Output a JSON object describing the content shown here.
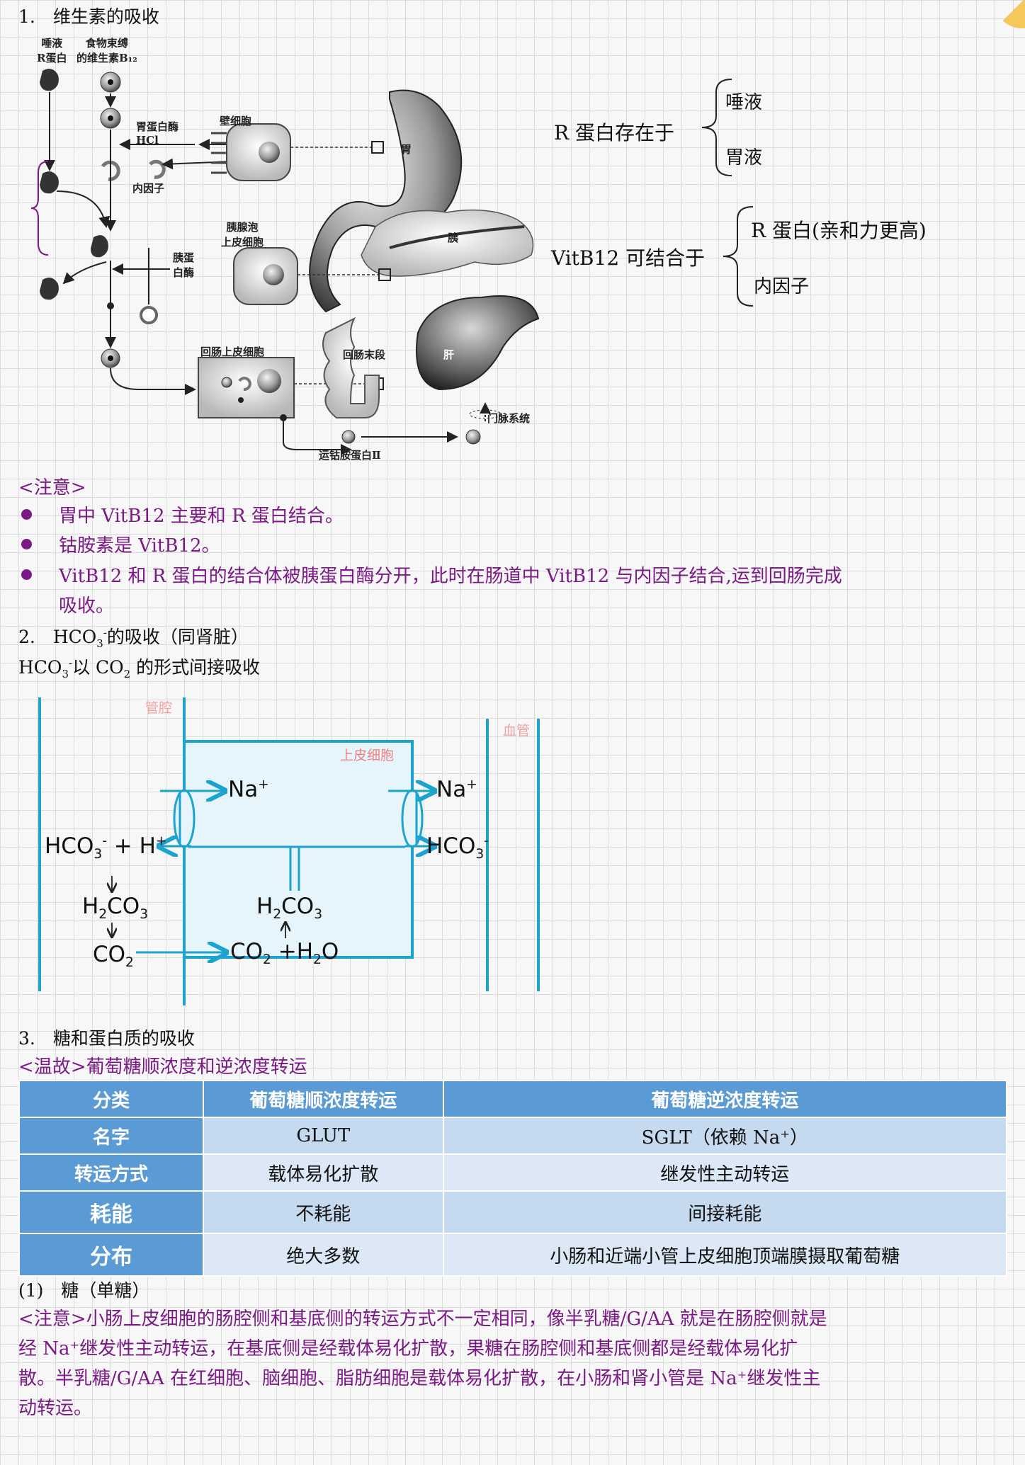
{
  "section1": {
    "heading": "1.　维生素的吸收",
    "figure_labels": {
      "saliva_r": "唾液\nR蛋白",
      "food_b12": "食物束缚\n的维生素B₁₂",
      "pepsin_hcl": "胃蛋白酶\nHCl",
      "parietal": "壁细胞",
      "intrinsic": "内因子",
      "stomach": "胃",
      "acinar": "胰腺泡\n上皮细胞",
      "pancreas": "胰",
      "protease": "胰蛋\n白酶",
      "ileal_cell": "回肠上皮细胞",
      "ileum_end": "回肠末段",
      "liver": "肝",
      "portal": "门脉系统",
      "transcobalamin": "运钴胺蛋白Ⅱ"
    },
    "r_protein_in": "R 蛋白存在于",
    "r_protein_items": [
      "唾液",
      "胃液"
    ],
    "vit_bind": "VitB12 可结合于",
    "vit_bind_items": [
      "R 蛋白(亲和力更高)",
      "内因子"
    ],
    "note_title": "<注意>",
    "notes": [
      "胃中 VitB12 主要和 R 蛋白结合。",
      "钴胺素是 VitB12。",
      "VitB12 和 R 蛋白的结合体被胰蛋白酶分开，此时在肠道中 VitB12 与内因子结合,运到回肠完成",
      "吸收。"
    ]
  },
  "section2": {
    "heading_a": "2.　HCO",
    "heading_b": "的吸收（同肾脏）",
    "sub_a": "HCO",
    "sub_b": "以 CO",
    "sub_c": "的形式间接吸收",
    "labels": {
      "lumen": "管腔",
      "epi": "上皮细胞",
      "vessel": "血管",
      "na_left": "Na",
      "na_right": "Na",
      "hco3_left": "HCO",
      "plus_h": "+ H",
      "h2co3_left": "H",
      "co2_left": "CO",
      "h2co3_mid": "H",
      "co2_mid": "CO",
      "h2o": "+H",
      "hco3_right": "HCO"
    }
  },
  "section3": {
    "heading": "3.　糖和蛋白质的吸收",
    "review": "<温故>葡萄糖顺浓度和逆浓度转运",
    "table": {
      "header": [
        "分类",
        "葡萄糖顺浓度转运",
        "葡萄糖逆浓度转运"
      ],
      "rows": [
        [
          "名字",
          "GLUT",
          "SGLT（依赖 Na⁺）"
        ],
        [
          "转运方式",
          "载体易化扩散",
          "继发性主动转运"
        ],
        [
          "耗能",
          "不耗能",
          "间接耗能"
        ],
        [
          "分布",
          "绝大多数",
          "小肠和近端小管上皮细胞顶端膜摄取葡萄糖"
        ]
      ]
    },
    "sub1": "(1)　糖（单糖）",
    "para_lines": [
      "<注意>小肠上皮细胞的肠腔侧和基底侧的转运方式不一定相同，像半乳糖/G/AA 就是在肠腔侧就是",
      "经 Na⁺继发性主动转运，在基底侧是经载体易化扩散，果糖在肠腔侧和基底侧都是经载体易化扩",
      "散。半乳糖/G/AA 在红细胞、脑细胞、脂肪细胞是载体易化扩散，在小肠和肾小管是 Na⁺继发性主",
      "动转运。"
    ]
  }
}
